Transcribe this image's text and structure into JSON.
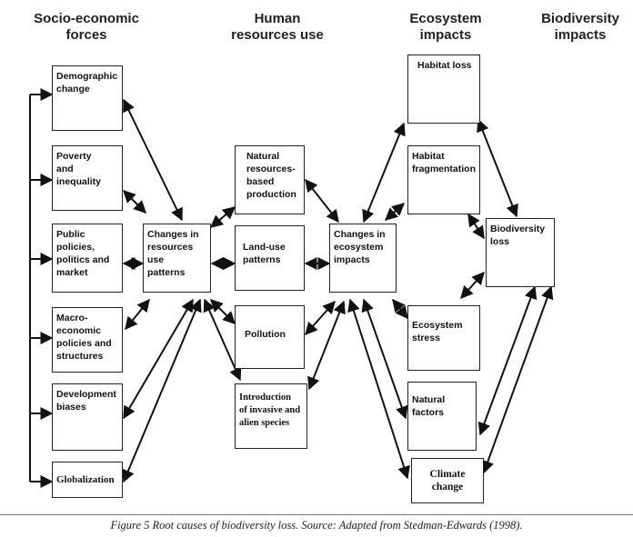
{
  "headers": {
    "socio": "Socio-economic\nforces",
    "human": "Human\nresources use",
    "ecosystem": "Ecosystem\nimpacts",
    "biodiversity": "Biodiversity\nimpacts"
  },
  "socio_boxes": {
    "demographic": "Demographic\nchange",
    "poverty": "Poverty\nand\ninequality",
    "public": "Public\npolicies,\npolitics and\nmarket",
    "macro": "Macro-\neconomic\npolicies and\nstructures",
    "development": "Development\nbiases",
    "globalization": "Globalization"
  },
  "changes_resources": "Changes in\nresources\nuse\npatterns",
  "human_boxes": {
    "natural": "Natural\nresources-\nbased\nproduction",
    "landuse": "Land-use\npatterns",
    "pollution": "Pollution",
    "invasive": "Introduction\nof invasive and\nalien species"
  },
  "changes_ecosystem": "Changes in\necosystem\nimpacts",
  "eco_boxes": {
    "habitat_loss": "Habitat loss",
    "habitat_frag": "Habitat\nfragmentation",
    "stress": "Ecosystem\nstress",
    "natural_factors": "Natural\nfactors",
    "climate": "Climate\nchange"
  },
  "biodiversity_loss": "Biodiversity\nloss",
  "caption": "Figure 5 Root causes of biodiversity loss. Source: Adapted from Stedman-Edwards (1998)."
}
